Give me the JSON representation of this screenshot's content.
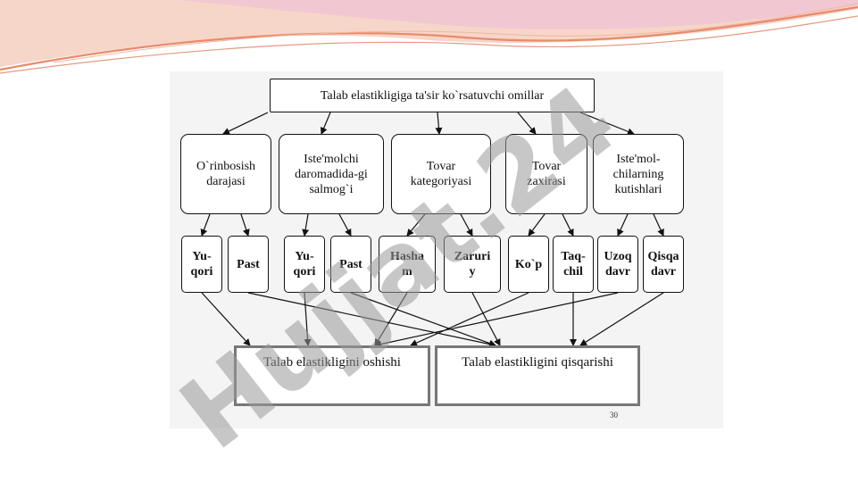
{
  "colors": {
    "wave_main": "#e98a6a",
    "wave_light": "#f4c7b4",
    "wave_pink": "#e6b5c8",
    "watermark_purple": "#b49ee8",
    "watermark_gray": "#9a9a9a",
    "line": "#111111"
  },
  "diagram": {
    "root": "Talab elastikligiga ta'sir ko`rsatuvchi omillar",
    "factors": [
      "O`rinbosish\ndarajasi",
      "Iste'molchi\ndaromadida-gi\nsalmog`i",
      "Tovar\nkategoriyasi",
      "Tovar\nzaxirasi",
      "Iste'mol-\nchilarning\nkutishlari"
    ],
    "subfactors": [
      "Yu-\nqori",
      "Past",
      "Yu-\nqori",
      "Past",
      "Hasha\nm",
      "Zaruri\ny",
      "Ko`p",
      "Taq-\nchil",
      "Uzoq\ndavr",
      "Qisqa\ndavr"
    ],
    "results": [
      "Talab elastikligini oshishi",
      "Talab elastikligini qisqarishi"
    ],
    "footnote": "30"
  },
  "watermark": {
    "text": "Hujjat.24"
  }
}
